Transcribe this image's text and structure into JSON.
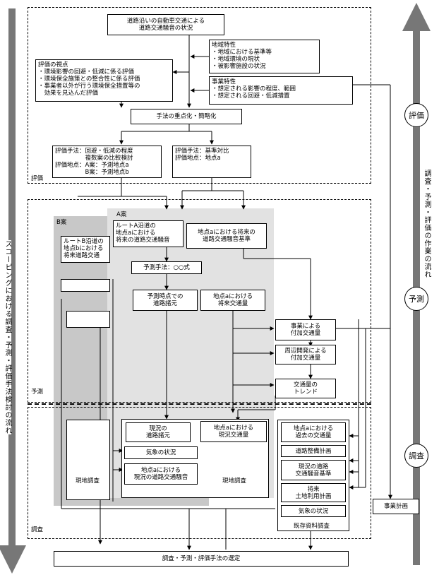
{
  "left_axis": {
    "text": "スコーピングにおける調査・予測・評価手法検討の流れ"
  },
  "right_axis": {
    "text": "調査・予測・評価の作業の流れ"
  },
  "phases": {
    "evaluation": "評価",
    "prediction": "予測",
    "survey": "調査"
  },
  "regions": {
    "evaluation": "評価",
    "prediction": "予測",
    "survey": "調査",
    "planB": "B案",
    "planA": "A案"
  },
  "boxes": {
    "top_title": "道路沿いの自動車交通による\n道路交通騒音の状況",
    "regional": "地域特性\n・地域における基準等\n・地域環境の現状\n・被影響施設の状況",
    "viewpoint": "評価の視点\n・環境影響の回避・低減に係る評価\n・環境保全施策との整合性に係る評価\n・事業者以外が行う環境保全措置等の\n　効果を見込んだ評価",
    "project": "事業特性\n・想定される影響の程度、範囲\n・想定される回避・低減措置",
    "focus": "手法の重点化・簡略化",
    "eval_left": "評価手法：回避・低減の程度\n　　　　　複数案の比較検討\n評価地点：A案：予測地点a\n　　　　　B案：予測地点b",
    "eval_right": "評価手法：基準対比\n評価地点：地点a",
    "route_b": "ルートB沿道の\n地点bにおける\n将来道路交通",
    "route_a": "ルートA沿道の\n地点aにおける\n将来の道路交通騒音",
    "future_std": "地点aにおける将来の\n道路交通騒音基準",
    "method": "予測手法：○○式",
    "road_spec": "予測時点での\n道路諸元",
    "future_traffic": "地点aにおける\n将来交通量",
    "added_project": "事業による\n付加交通量",
    "added_dev": "周辺開発による\n付加交通量",
    "trend": "交通量の\nトレンド",
    "cur_road": "現況の\n道路諸元",
    "cur_traffic": "地点aにおける\n現況交通量",
    "weather_a": "気象の状況",
    "cur_noise": "地点aにおける\n現況の道路交通騒音",
    "field_a": "現地調査",
    "field_b": "現地調査",
    "past_traffic": "地点aにおける\n過去の交通量",
    "road_plan": "道路整備計画",
    "cur_std": "現況の道路\n交通騒音基準",
    "land_plan": "将来\n土地利用計画",
    "weather_e": "気象の状況",
    "existing": "既存資料調査",
    "project_plan": "事業計画",
    "final": "調査・予測・評価手法の選定"
  }
}
